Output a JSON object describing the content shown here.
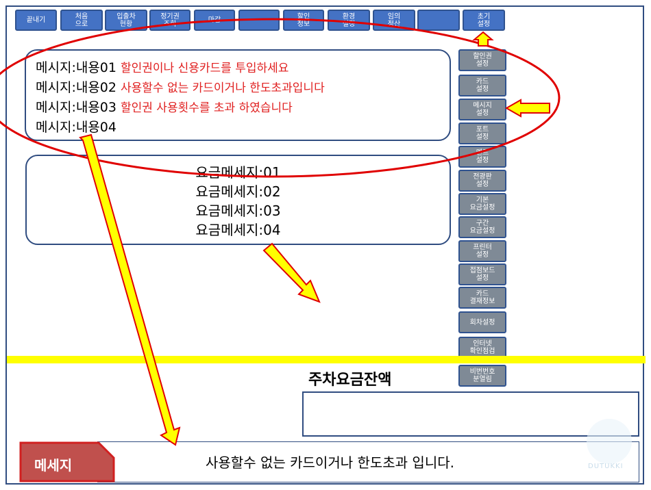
{
  "toolbar": {
    "buttons": [
      {
        "label": "끝내기"
      },
      {
        "label": "처음\n으로"
      },
      {
        "label": "입출차\n현황"
      },
      {
        "label": "정기권\n조회"
      },
      {
        "label": "마감"
      },
      {
        "label": ""
      },
      {
        "label": "할인\n정보"
      },
      {
        "label": "환경\n설정"
      },
      {
        "label": "임의\n정산"
      },
      {
        "label": ""
      },
      {
        "label": "초기\n설정"
      }
    ]
  },
  "side_menu": {
    "items": [
      {
        "label": "할인권\n설정"
      },
      {
        "label": "카드\n설정"
      },
      {
        "label": "메시지\n설정"
      },
      {
        "label": "포트\n설정"
      },
      {
        "label": "멘트\n설정"
      },
      {
        "label": "전광판\n설정"
      },
      {
        "label": "기본\n요금설정"
      },
      {
        "label": "구간\n요금설정"
      },
      {
        "label": "프린터\n설정"
      },
      {
        "label": "접점보드\n설정"
      },
      {
        "label": "카드\n결재정보"
      },
      {
        "label": "회차설정"
      },
      {
        "label": "인터넷\n확인점검"
      },
      {
        "label": "비번번호\n분열림"
      }
    ]
  },
  "messages": [
    {
      "key": "메시지:내용01",
      "text": "할인권이나 신용카드를 투입하세요"
    },
    {
      "key": "메시지:내용02",
      "text": "사용할수 없는 카드이거나 한도초과입니다"
    },
    {
      "key": "메시지:내용03",
      "text": "할인권 사용횟수를 초과 하였습니다"
    },
    {
      "key": "메시지:내용04",
      "text": ""
    }
  ],
  "fee_messages": [
    "요금메세지:01",
    "요금메세지:02",
    "요금메세지:03",
    "요금메세지:04"
  ],
  "balance": {
    "title": "주차요금잔액",
    "value": ""
  },
  "bottom": {
    "tag": "메세지",
    "text": "사용할수 없는 카드이거나 한도초과 입니다."
  },
  "watermark": "DUTUKKI",
  "colors": {
    "button_blue": "#4472c4",
    "side_gray": "#7f8a96",
    "highlight_red": "#e02020",
    "arrow_yellow": "#ffff00",
    "tag_red": "#c0504d"
  }
}
